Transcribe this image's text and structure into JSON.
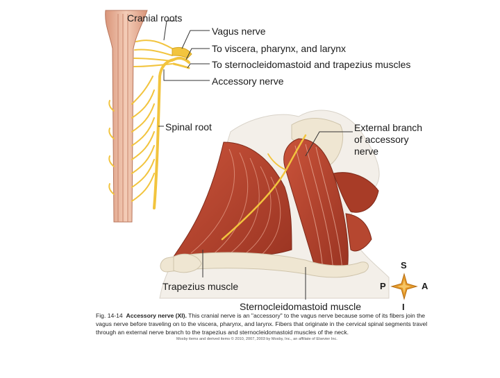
{
  "labels": {
    "cranial_roots": "Cranial roots",
    "vagus_nerve": "Vagus nerve",
    "to_viscera": "To viscera, pharynx, and larynx",
    "to_sterno": "To sternocleidomastoid and trapezius muscles",
    "accessory_nerve": "Accessory nerve",
    "spinal_root": "Spinal root",
    "external_branch_1": "External branch",
    "external_branch_2": "of accessory",
    "external_branch_3": "nerve",
    "trapezius": "Trapezius muscle",
    "sternocleidomastoid": "Sternocleidomastoid muscle"
  },
  "directions": {
    "superior": "S",
    "posterior": "P",
    "anterior": "A",
    "inferior": "I"
  },
  "caption": {
    "fig": "Fig. 14-14",
    "title": "Accessory nerve (XI).",
    "text": " This cranial nerve is an \"accessory\" to the vagus nerve because some of its fibers join the vagus nerve before traveling on to the viscera, pharynx, and larynx. Fibers that originate in the cervical spinal segments travel through an external nerve branch to the trapezius and sternocleidomastoid muscles of the neck."
  },
  "credit": "Mosby items and derived items © 2010, 2007, 2003 by Mosby, Inc., an affiliate of Elsevier Inc.",
  "colors": {
    "nerve": "#f2c43e",
    "muscle": "#b8432c",
    "spine": "#e8b7a0",
    "bone": "#efe6d2"
  }
}
